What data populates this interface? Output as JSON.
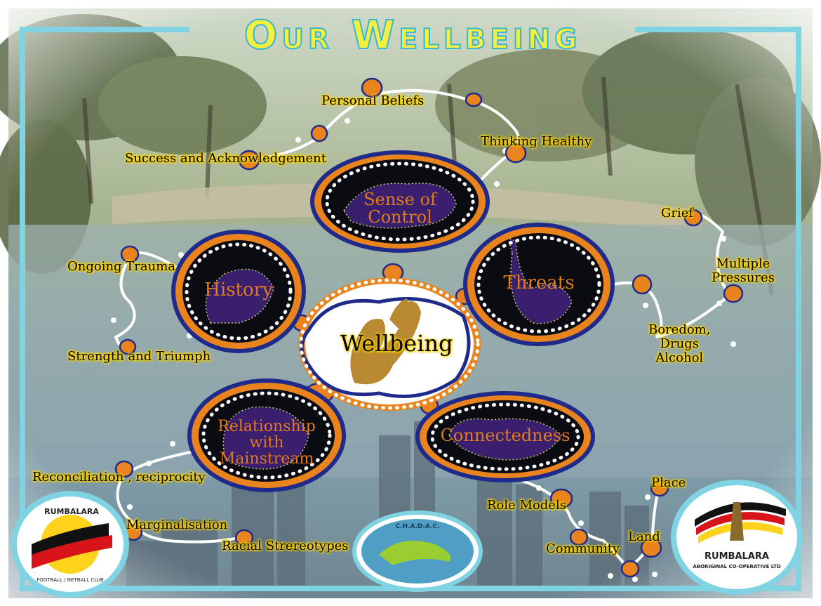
{
  "title": "Our Wellbeing",
  "center": "Wellbeing",
  "nodes": {
    "sense_of_control": "Sense of Control",
    "history": "History",
    "threats": "Threats",
    "relationship_line1": "Relationship",
    "relationship_line2": "with Mainstream",
    "connectedness": "Connectedness"
  },
  "labels": {
    "personal_beliefs": "Personal Beliefs",
    "thinking_healthy": "Thinking Healthy",
    "success": "Success and Acknowledgement",
    "grief": "Grief",
    "multiple": "Multiple",
    "pressures": "Pressures",
    "boredom": "Boredom,",
    "drugs": "Drugs",
    "alcohol": "Alcohol",
    "ongoing_trauma": "Ongoing Trauma",
    "strength": "Strength and Triumph",
    "reconciliation": "Reconciliation , reciprocity",
    "marginalisation": "Marginalisation",
    "racial": "Racial Strereotypes",
    "role_models": "Role Models",
    "place": "Place",
    "land": "Land",
    "community": "Community"
  },
  "logos": {
    "left_arc_top": "RUMBALARA",
    "left_arc_bottom": "FOOTBALL / NETBALL CLUB",
    "center_logo": "C.H.A.D.A.C.",
    "right_name": "RUMBALARA",
    "right_sub": "ABORIGINAL CO-OPERATIVE LTD"
  },
  "colors": {
    "frame": "#7fd3e3",
    "title_fill": "#f6ef3f",
    "title_stroke": "#34b8d3",
    "node_ring_orange": "#e8831e",
    "node_ring_blue": "#1f2b8a",
    "node_fill": "#0b0b12",
    "node_creature": "#3a1f6e",
    "label_glow": "#ffd400"
  }
}
